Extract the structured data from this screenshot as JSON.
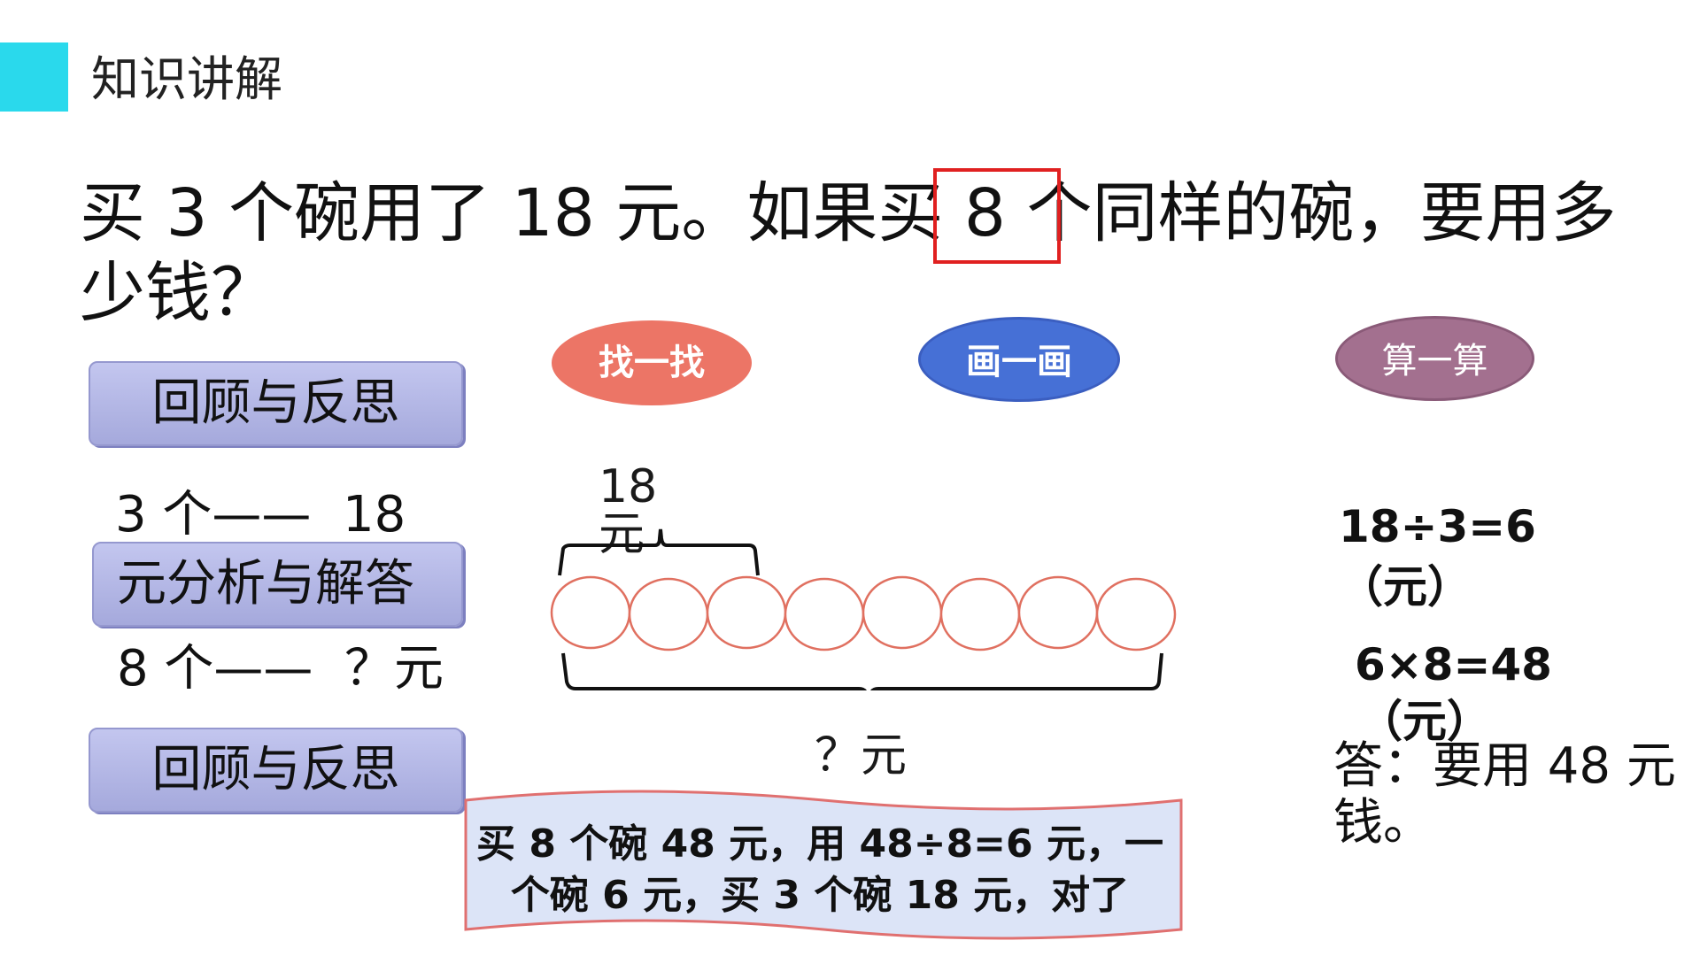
{
  "header": {
    "section_title": "知识讲解",
    "accent_color": "#2ad9ec"
  },
  "question": {
    "text": "买 3 个碗用了 18 元。如果买 8 个同样的碗，要用多少钱？"
  },
  "left_panel": {
    "button_review_top": "回顾与反思",
    "button_analysis": "元分析与解答",
    "button_review_bottom": "回顾与反思",
    "relation_1": "3 个——  18",
    "relation_2": "8 个——  ？元"
  },
  "steps": {
    "find": "找一找",
    "draw": "画一画",
    "calculate": "算一算",
    "colors": {
      "find": "#ec7566",
      "draw": "#4670d6",
      "calculate": "#a3708f"
    }
  },
  "diagram": {
    "top_label_1": "18",
    "top_label_2": "元",
    "bottom_label": "？元",
    "circle_count": 8,
    "circle_color": "#e07060"
  },
  "calculation": {
    "step1": "18÷3=6",
    "step1_unit": "（元）",
    "step2": "6×8=48",
    "step2_unit": "（元）",
    "answer": "答：要用 48 元钱。"
  },
  "check_note": {
    "text": "买 8 个碗 48 元，用 48÷8=6 元，一个碗 6 元，买 3 个碗 18 元，对了",
    "fill_color": "#dce4f7",
    "border_color": "#e07070"
  }
}
